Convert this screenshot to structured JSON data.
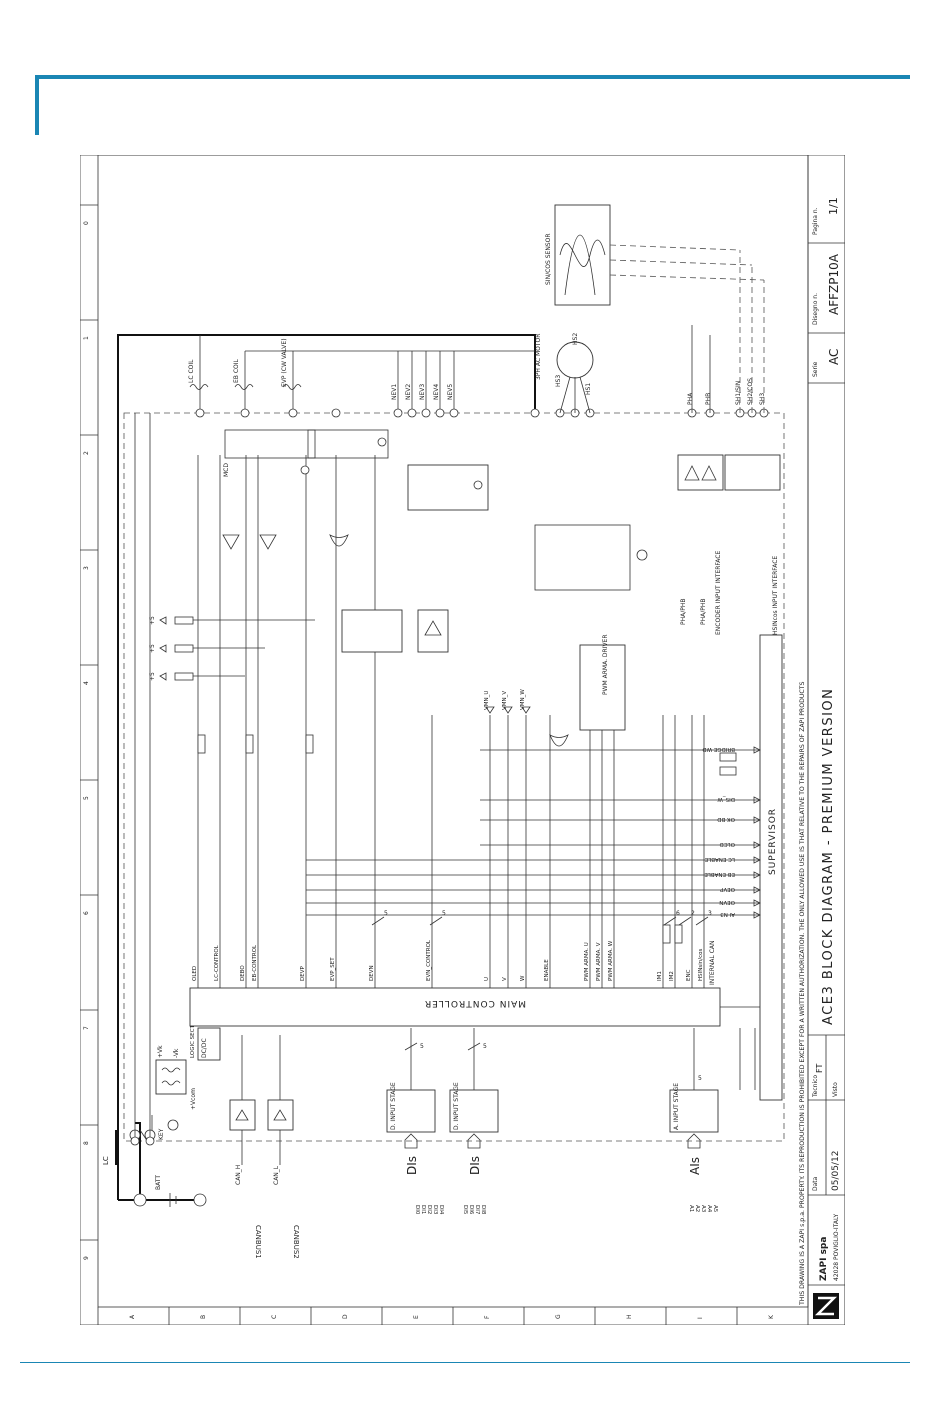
{
  "colors": {
    "accent": "#1a86b4",
    "line": "#333333"
  },
  "grid": {
    "cols": [
      "0",
      "1",
      "2",
      "3",
      "4",
      "5",
      "6",
      "7",
      "8",
      "9"
    ],
    "rows": [
      "A",
      "B",
      "C",
      "D",
      "E",
      "F",
      "G",
      "H",
      "I",
      "K"
    ]
  },
  "title_block": {
    "copyright": "THIS DRAWING IS A ZAPI s.p.a. PROPERTY. ITS REPRODUCTION IS PROHIBITED EXCEPT FOR A WRITTEN AUTHORIZATION. THE ONLY ALLOWED USE IS THAT RELATIVE TO THE REPAIRS OF ZAPI PRODUCTS",
    "company": "ZAPI spa",
    "address": "42028 POVIGLIO-ITALY",
    "data_label": "Data",
    "date": "05/05/12",
    "tecnico_label": "Tecnico",
    "tecnico": "FT",
    "visto_label": "Visto",
    "title": "ACE3 BLOCK DIAGRAM - PREMIUM VERSION",
    "serie_label": "Serie",
    "serie": "AC",
    "disegno_label": "Disegno n.",
    "disegno": "AFFZP10A",
    "pagina_label": "Pagina n.",
    "pagina": "1/1"
  },
  "blocks": {
    "main_controller": "MAIN CONTROLLER",
    "supervisor": "SUPERVISOR",
    "internal_can": "INTERNAL CAN",
    "logic_supply": "LOGIC SECTION SUPPLY",
    "dcdc": "DC/DC",
    "pwm_driver": "PWM ARMA. DRIVER",
    "d_input_stage_1": "D. INPUT STAGE",
    "d_input_stage_2": "D. INPUT STAGE",
    "a_input_stage": "A. INPUT STAGE",
    "encoder_interface": "ENCODER INPUT INTERFACE",
    "sincos_interface": "HSINcos INPUT INTERFACE",
    "sincos_sensor": "SIN/COS SENSOR",
    "ac_motor": "3PH AC MOTOR"
  },
  "labels": {
    "lc_coil": "LC COIL",
    "eb_coil": "EB COIL",
    "evp_valve": "EVP (CW VALVE)",
    "ev1": "NEV1",
    "ev2": "NEV2",
    "ev3": "NEV3",
    "ev4": "NEV4",
    "ev5": "NEV5",
    "key": "KEY",
    "lc": "LC",
    "batt": "BATT",
    "plus_vk": "+Vk",
    "minus_vk": "-Vk",
    "vcom": "+Vcom",
    "mcd": "MCD",
    "can_h": "CAN_H",
    "can_l": "CAN_L",
    "canbus1": "CANBUS1",
    "canbus2": "CANBUS2",
    "dis": "DIs",
    "ais": "AIs",
    "di_pins": [
      "DI0",
      "DI1",
      "DI2",
      "DI3",
      "DI4",
      "DI5",
      "DI6",
      "DI7",
      "DI8"
    ],
    "ai_pins": [
      "A1",
      "A2",
      "A3",
      "A4",
      "A5"
    ],
    "bus5": "5",
    "v5": "+5",
    "oled": "OLED",
    "lc_control": "LC-CONTROL",
    "debo": "DEBO",
    "eb_control": "EB-CONTROL",
    "devp": "DEVP",
    "evp_set": "EVP_SET",
    "devn": "DEVN",
    "evn_control": "EVN_CONTROL",
    "u": "U",
    "v": "V",
    "w": "W",
    "enable": "ENABLE",
    "pwm_u": "PWM ARMA. U",
    "pwm_v": "PWM ARMA. V",
    "pwm_w": "PWM ARMA. W",
    "im1": "IM1",
    "im2": "IM2",
    "enc": "ENC",
    "hsincos": "HSINsin/cos",
    "vmn_u": "VMN_U",
    "vmn_v": "VMN_V",
    "vmn_w": "VMN_W",
    "bridge_wd": "BRIDGE WD",
    "dis_w": "DIS_W",
    "ok_bd": "OK BD",
    "olcd": "OLCD",
    "lc_enable": "LC ENABLE",
    "eb_enable": "EB ENABLE",
    "oevp": "OEVP",
    "oevn": "OEVN",
    "ai_n3": "AI N3",
    "pha": "PHA",
    "phb": "PHB",
    "sh1": "SH1/SIN",
    "sh2": "SH2/COS",
    "sh3": "SH3",
    "hs1": "HS1",
    "hs2": "HS2",
    "hs3": "HS3",
    "pha_phb": "PHA/PHB",
    "pha_phb_2": "PHA/PHB",
    "bus2": "2",
    "bus3": "3",
    "bus6": "6"
  }
}
